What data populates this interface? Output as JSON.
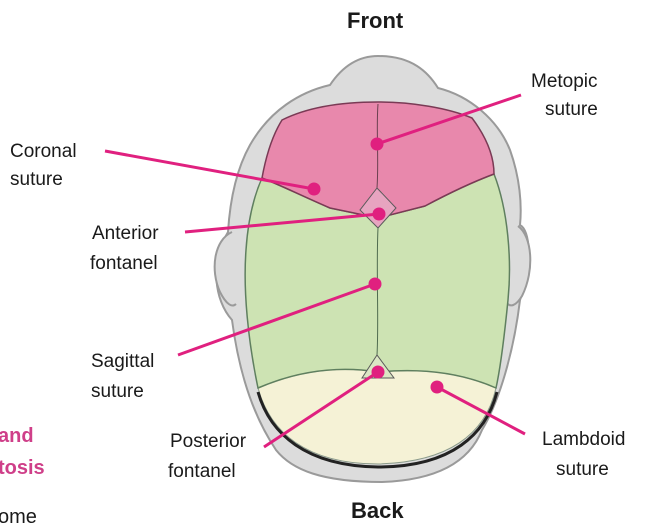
{
  "orientation": {
    "front": "Front",
    "back": "Back"
  },
  "labels": {
    "metopic": [
      "Metopic",
      "suture"
    ],
    "coronal": [
      "Coronal",
      "suture"
    ],
    "anterior": [
      "Anterior",
      "fontanel"
    ],
    "sagittal": [
      "Sagittal",
      "suture"
    ],
    "posterior": [
      "Posterior",
      "fontanel"
    ],
    "lambdoid": [
      "Lambdoid",
      "suture"
    ]
  },
  "clipped_text": {
    "line1": "and",
    "line2": "tosis",
    "line3": "ome"
  },
  "colors": {
    "leader": "#e0207f",
    "frontal_bone": "#e888ac",
    "parietal_bone": "#cde3b3",
    "occipital_bone": "#f5f2d6",
    "scalp": "#dcdcdc",
    "outline": "#999999",
    "accent_text": "#cf3f89"
  }
}
